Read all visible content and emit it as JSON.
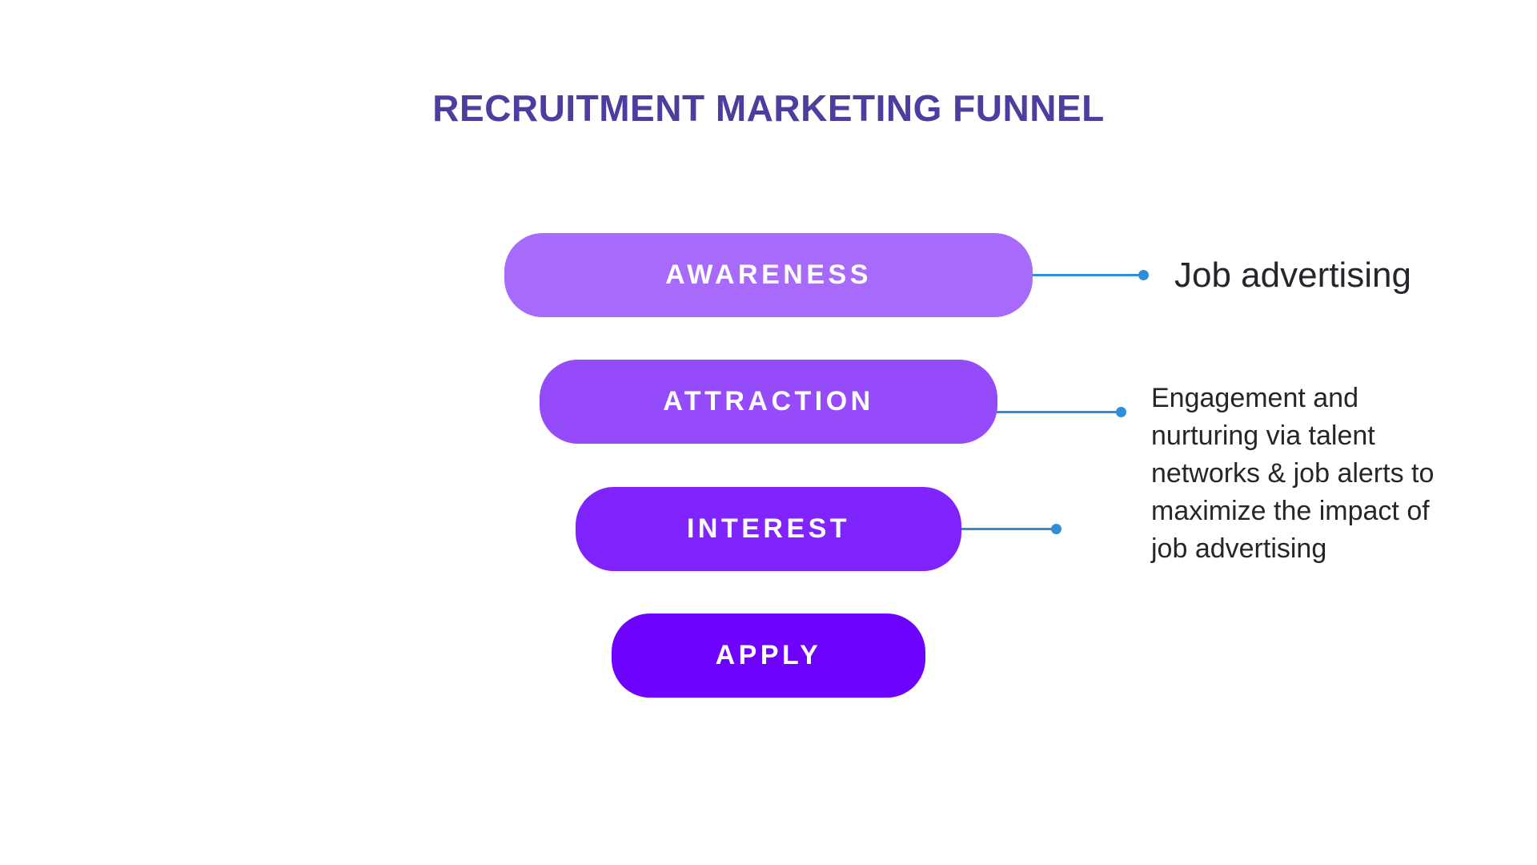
{
  "title": {
    "text": "RECRUITMENT MARKETING FUNNEL",
    "color": "#4c3d9e"
  },
  "funnel": {
    "stages": [
      {
        "label": "AWARENESS",
        "color": "#a76afa"
      },
      {
        "label": "ATTRACTION",
        "color": "#964bfb"
      },
      {
        "label": "INTEREST",
        "color": "#7f24fd"
      },
      {
        "label": "APPLY",
        "color": "#6d02fe"
      }
    ]
  },
  "connector_color": "#2e8ed8",
  "text_color": "#23262b",
  "annotations": {
    "awareness_note": {
      "text": "Job advertising"
    },
    "attraction_note": {
      "lines": [
        "Engagement and",
        "nurturing via talent",
        "networks & job alerts to",
        "maximize the impact of",
        "job advertising"
      ]
    }
  }
}
